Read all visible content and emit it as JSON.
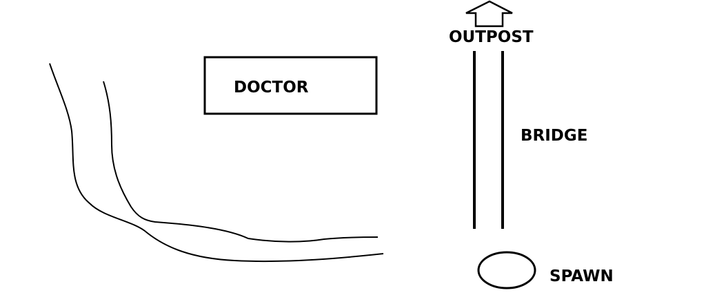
{
  "labels": {
    "doctor": "DOCTOR",
    "outpost": "OUTPOST",
    "bridge": "BRIDGE",
    "spawn": "SPAWN"
  },
  "colors": {
    "ink": "#000000",
    "background": "#ffffff"
  }
}
